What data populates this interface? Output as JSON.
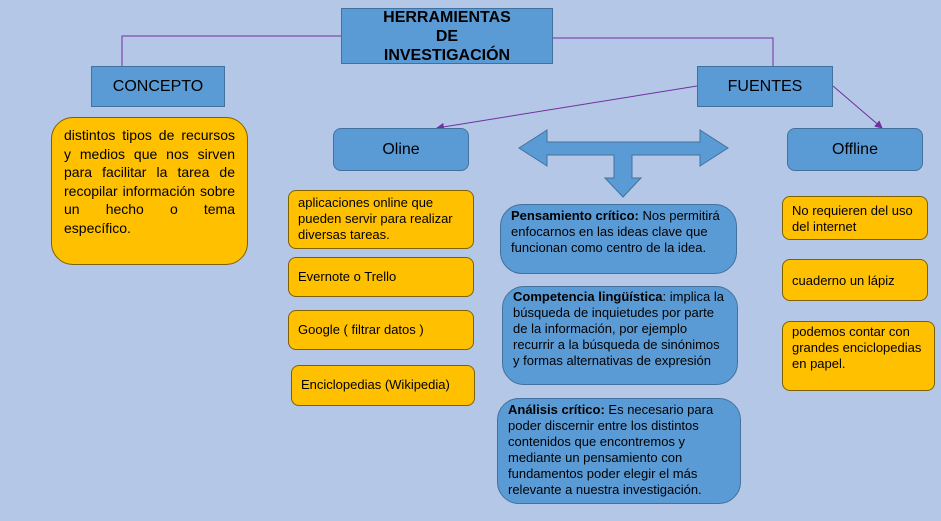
{
  "title": "HERRAMIENTAS DE INVESTIGACIÓN",
  "concepto": {
    "label": "CONCEPTO",
    "text": "distintos tipos de recursos y medios que nos sirven para facilitar la tarea de recopilar información sobre un hecho o tema específico."
  },
  "fuentes": {
    "label": "FUENTES"
  },
  "online": {
    "label": "Oline",
    "items": [
      "aplicaciones online que pueden servir para realizar diversas tareas.",
      "Evernote  o Trello",
      "Google ( filtrar datos )",
      "Enciclopedias (Wikipedia)"
    ]
  },
  "offline": {
    "label": "Offline",
    "items": [
      "No requieren del uso del internet",
      "cuaderno un lápiz",
      "podemos contar con grandes enciclopedias en papel."
    ]
  },
  "center": {
    "items": [
      {
        "heading": "Pensamiento crítico:",
        "text": " Nos permitirá enfocarnos en las ideas clave que funcionan como centro de la idea."
      },
      {
        "heading": "Competencia lingüística",
        "text": ": implica la búsqueda de inquietudes por parte de la información, por ejemplo recurrir a la búsqueda de sinónimos y formas alternativas de expresión"
      },
      {
        "heading": "Análisis crítico:",
        "text": " Es necesario para poder discernir entre los distintos contenidos que encontremos y mediante un pensamiento con fundamentos poder elegir el más relevante a nuestra investigación."
      }
    ]
  },
  "colors": {
    "background": "#b4c7e7",
    "blue": "#5b9bd5",
    "orange": "#ffc000",
    "line": "#7030a0"
  }
}
